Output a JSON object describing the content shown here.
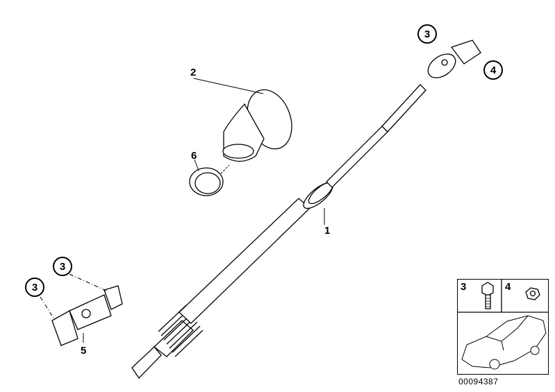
{
  "diagram": {
    "part_labels": {
      "p1": "1",
      "p2": "2",
      "p5": "5",
      "p6": "6"
    },
    "callouts": {
      "c3_top": "3",
      "c4_top": "4",
      "c3_left_a": "3",
      "c3_left_b": "3"
    },
    "legend": {
      "item_3": "3",
      "item_4": "4"
    },
    "caption": "00094387"
  }
}
